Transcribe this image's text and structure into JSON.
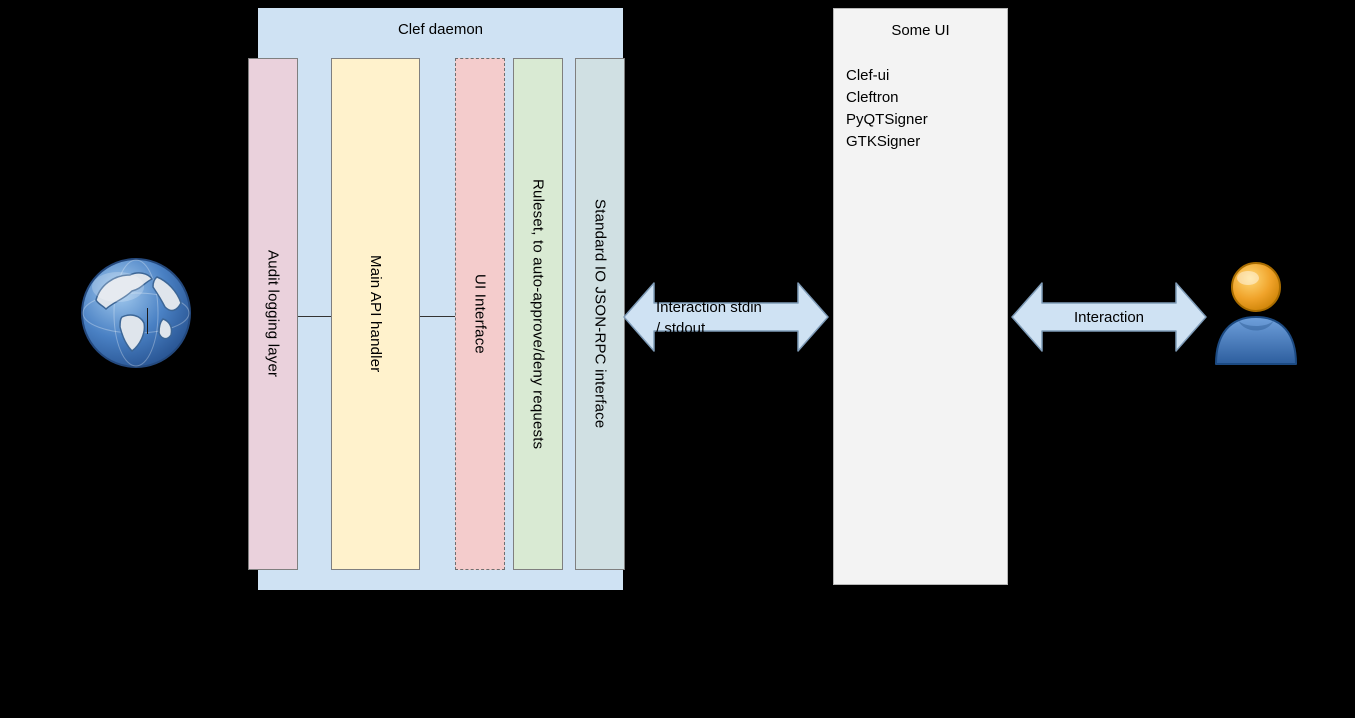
{
  "clef_daemon": {
    "title": "Clef daemon",
    "bars": [
      {
        "label": "Audit logging layer"
      },
      {
        "label": "Main API handler"
      },
      {
        "label": "UI Interface"
      },
      {
        "label": "Ruleset, to auto-approve/deny requests"
      },
      {
        "label": "Standard IO JSON-RPC interface"
      }
    ]
  },
  "some_ui": {
    "title": "Some UI",
    "items": [
      {
        "label": "Clef-ui"
      },
      {
        "label": "Cleftron"
      },
      {
        "label": "PyQTSigner"
      },
      {
        "label": "GTKSigner"
      }
    ]
  },
  "arrows": {
    "daemon_ui": {
      "line1": "Interaction stdin",
      "line2": "/ stdout"
    },
    "ui_user": {
      "label": "Interaction"
    }
  },
  "icons": {
    "left": "globe-icon",
    "right": "user-icon"
  },
  "colors": {
    "daemon_box": "#cfe2f3",
    "bar_audit": "#ead1dc",
    "bar_api": "#fff2cc",
    "bar_ui_interface": "#f4cccc",
    "bar_ruleset": "#d9ead3",
    "bar_stdio": "#d0e0e3",
    "some_ui_box": "#f3f3f3",
    "arrow_fill": "#cfe2f3",
    "arrow_stroke": "#7f9cb8",
    "text": "#000000"
  }
}
